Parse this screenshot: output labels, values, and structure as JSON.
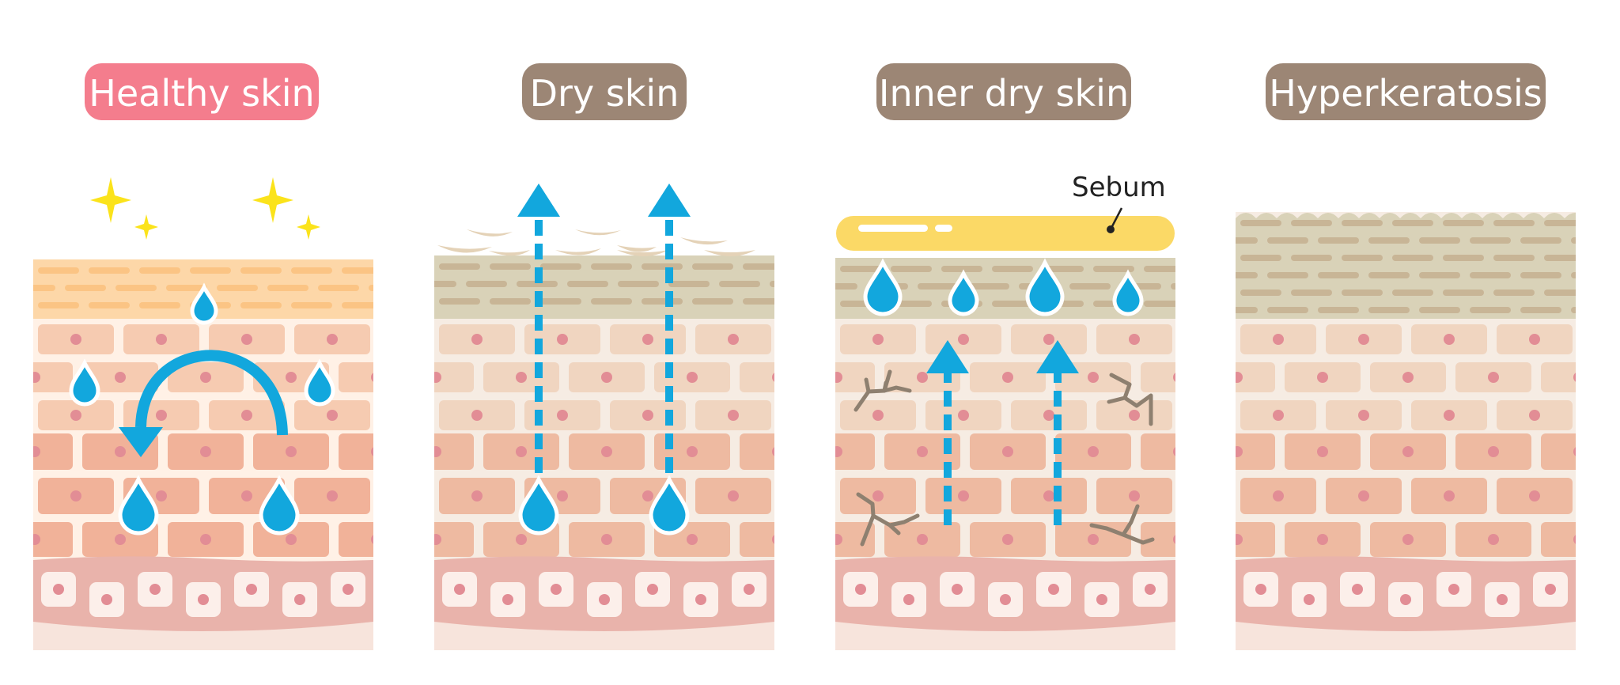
{
  "panels": [
    {
      "title": "Healthy skin",
      "title_color": "#f47d8d",
      "state": "healthy"
    },
    {
      "title": "Dry skin",
      "title_color": "#9c8675",
      "state": "dry"
    },
    {
      "title": "Inner dry skin",
      "title_color": "#9c8675",
      "state": "inner-dry",
      "annotation": "Sebum"
    },
    {
      "title": "Hyperkeratosis",
      "title_color": "#9c8675",
      "state": "hyperkeratosis"
    }
  ],
  "colors": {
    "water": "#12a7dd",
    "sparkle": "#fbe31b",
    "sebum": "#fbd966",
    "crack": "#8e8070",
    "healthy_horny_layer": "#fdd7a8",
    "dry_horny_layer": "#d9d2b8",
    "cell_fill": "#f3c1a4",
    "nucleus": "#e28d95",
    "basal_layer": "#e9b3ab",
    "base_layer": "#f7e4dc"
  }
}
